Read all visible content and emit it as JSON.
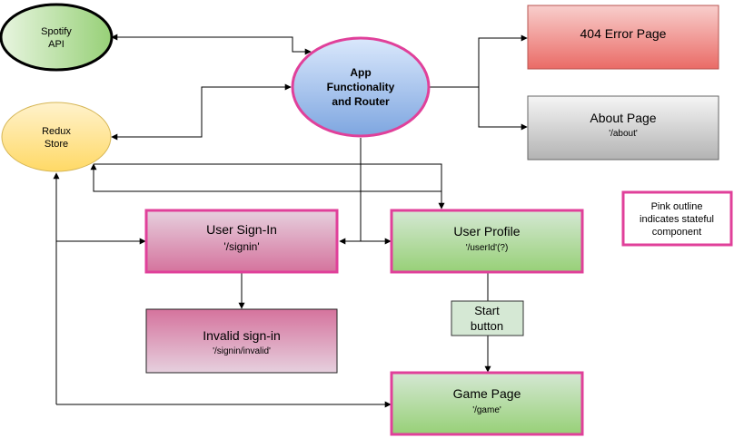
{
  "nodes": {
    "spotify": {
      "lines": [
        "Spotify",
        "API"
      ]
    },
    "redux": {
      "lines": [
        "Redux",
        "Store"
      ]
    },
    "app": {
      "lines": [
        "App",
        "Functionality",
        "and Router"
      ]
    },
    "error404": {
      "title": "404 Error Page"
    },
    "about": {
      "title": "About Page",
      "path": "'/about'"
    },
    "legend": {
      "lines": [
        "Pink outline",
        "indicates stateful",
        "component"
      ]
    },
    "signin": {
      "title": "User Sign-In",
      "path": "'/signin'"
    },
    "profile": {
      "title": "User Profile",
      "path": "'/userId'(?)"
    },
    "start": {
      "lines": [
        "Start",
        "button"
      ]
    },
    "invalid": {
      "title": "Invalid sign-in",
      "path": "'/signin/invalid'"
    },
    "game": {
      "title": "Game Page",
      "path": "'/game'"
    }
  },
  "colors": {
    "stateful_outline": "#e0409a",
    "plain_outline": "#333333",
    "spotify_fill": "#b9e0a5",
    "redux_fill": "#ffe599",
    "app_fill": "#a9c4eb",
    "error_fill": "#ea6b66",
    "about_fill": "#bdbdbd",
    "signin_fill": "#dc86b0",
    "profile_fill": "#a8d886",
    "start_fill": "#d5e8d4"
  }
}
